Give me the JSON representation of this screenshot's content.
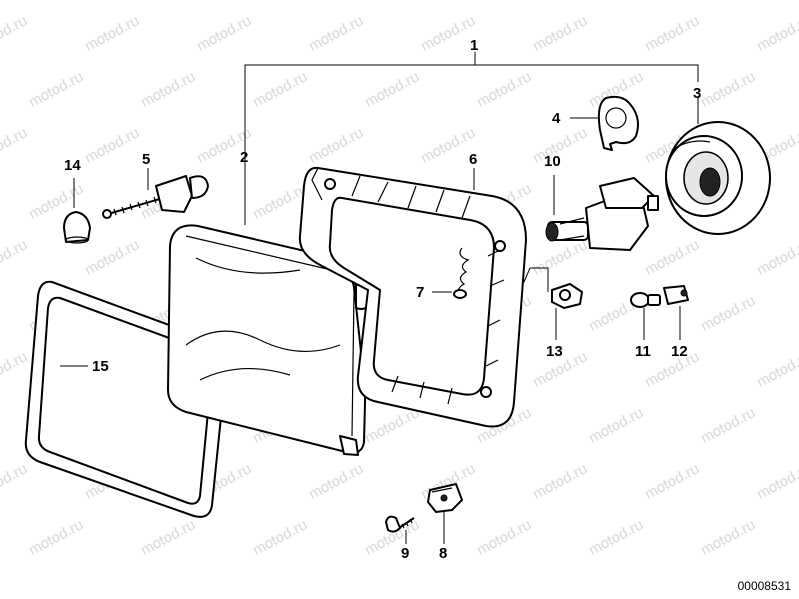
{
  "watermark": "motod.ru",
  "document_number": "00008531",
  "callouts": {
    "c1": "1",
    "c2": "2",
    "c3": "3",
    "c4": "4",
    "c5": "5",
    "c6": "6",
    "c7": "7",
    "c8": "8",
    "c9": "9",
    "c10": "10",
    "c11": "11",
    "c12": "12",
    "c13": "13",
    "c14": "14",
    "c15": "15"
  }
}
